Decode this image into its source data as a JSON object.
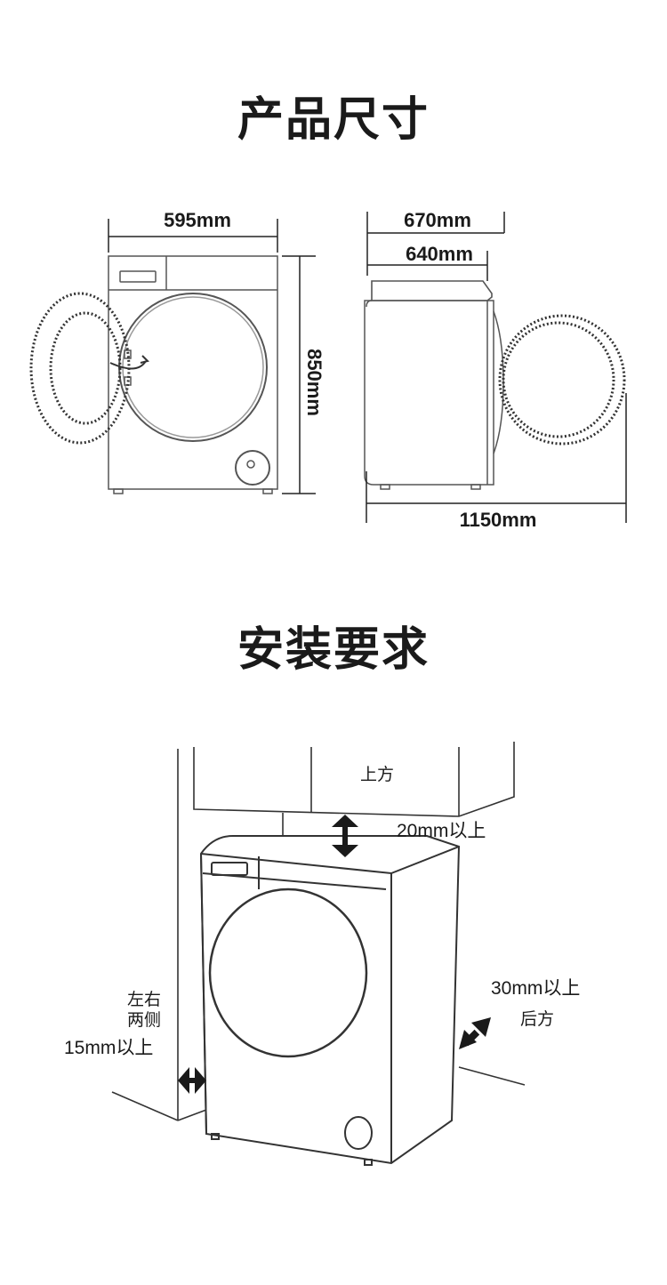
{
  "size_section": {
    "title": "产品尺寸",
    "front": {
      "width": "595mm",
      "height": "850mm"
    },
    "side": {
      "depth_top": "670mm",
      "depth_body": "640mm",
      "depth_door_open": "1150mm"
    }
  },
  "install_section": {
    "title": "安装要求",
    "top": {
      "position": "上方",
      "clearance": "20mm以上"
    },
    "back": {
      "clearance": "30mm以上",
      "position": "后方"
    },
    "sides": {
      "position_line1": "左右",
      "position_line2": "两侧",
      "clearance": "15mm以上"
    }
  }
}
